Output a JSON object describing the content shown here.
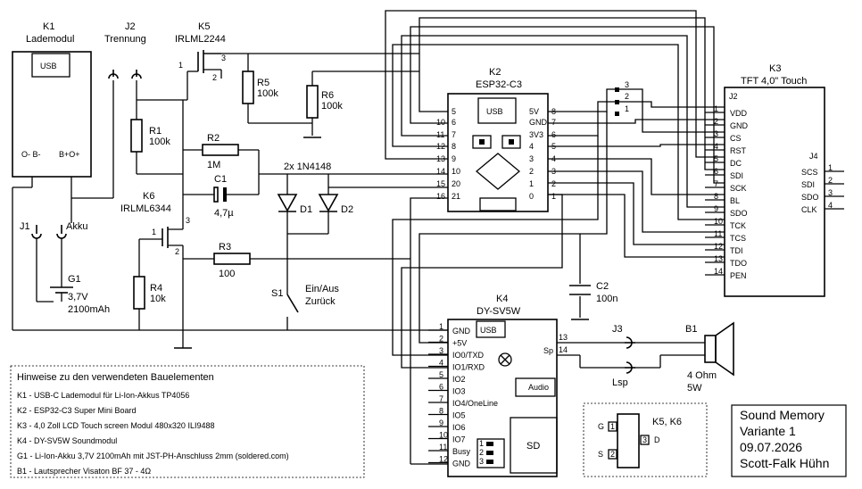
{
  "k1": {
    "ref": "K1",
    "name": "Lademodul",
    "usb": "USB",
    "om": "O- B-",
    "bp": "B+O+"
  },
  "j2": {
    "ref": "J2",
    "name": "Trennung"
  },
  "k5": {
    "ref": "K5",
    "name": "IRLML2244",
    "p3": "3",
    "p1": "1",
    "p2": "2"
  },
  "k6": {
    "ref": "K6",
    "name": "IRLML6344",
    "p3": "3",
    "p1": "1",
    "p2": "2"
  },
  "r1": {
    "ref": "R1",
    "val": "100k"
  },
  "r2": {
    "ref": "R2",
    "val": "1M"
  },
  "r3": {
    "ref": "R3",
    "val": "100"
  },
  "r4": {
    "ref": "R4",
    "val": "10k"
  },
  "r5": {
    "ref": "R5",
    "val": "100k"
  },
  "r6": {
    "ref": "R6",
    "val": "100k"
  },
  "c1": {
    "ref": "C1",
    "val": "4,7µ"
  },
  "c2": {
    "ref": "C2",
    "val": "100n"
  },
  "d": {
    "header": "2x 1N4148",
    "d1": "D1",
    "d2": "D2"
  },
  "s1": {
    "ref": "S1",
    "l1": "Ein/Aus",
    "l2": "Zurück"
  },
  "j1": {
    "ref": "J1",
    "label": "Akku"
  },
  "g1": {
    "ref": "G1",
    "v": "3,7V",
    "cap": "2100mAh"
  },
  "k2": {
    "ref": "K2",
    "name": "ESP32-C3",
    "usb": "USB",
    "left": [
      "5",
      "6",
      "7",
      "8",
      "9",
      "10",
      "20",
      "21"
    ],
    "leftext": [
      "10",
      "11",
      "12",
      "13",
      "14",
      "15",
      "16"
    ],
    "right": [
      "5V",
      "GND",
      "3V3",
      "4",
      "3",
      "2",
      "1",
      "0"
    ],
    "rightext": [
      "8",
      "7",
      "6",
      "5",
      "4",
      "3",
      "2",
      "1"
    ]
  },
  "k3": {
    "ref": "K3",
    "name": "TFT 4,0\" Touch",
    "j2": "J2",
    "j4": "J4",
    "pins": [
      "VDD",
      "GND",
      "CS",
      "RST",
      "DC",
      "SDI",
      "SCK",
      "BL",
      "SDO",
      "TCK",
      "TCS",
      "TDI",
      "TDO",
      "PEN"
    ],
    "nums": [
      "1",
      "2",
      "3",
      "4",
      "5",
      "6",
      "7",
      "8",
      "9",
      "10",
      "11",
      "12",
      "13",
      "14"
    ],
    "j4pins": [
      "SCS",
      "SDI",
      "SDO",
      "CLK"
    ],
    "j4nums": [
      "1",
      "2",
      "3",
      "4"
    ]
  },
  "jmp": {
    "p3": "3",
    "p2": "2",
    "p1": "1"
  },
  "k4": {
    "ref": "K4",
    "name": "DY-SV5W",
    "usb": "USB",
    "audio": "Audio",
    "sd": "SD",
    "sp": "Sp",
    "pins": [
      "GND",
      "+5V",
      "IO0/TXD",
      "IO1/RXD",
      "IO2",
      "IO3",
      "IO4/OneLine",
      "IO5",
      "IO6",
      "IO7",
      "Busy",
      "GND"
    ],
    "nums": [
      "1",
      "2",
      "3",
      "4",
      "5",
      "6",
      "7",
      "8",
      "9",
      "10",
      "11",
      "12"
    ],
    "spn1": "13",
    "spn2": "14"
  },
  "j3": {
    "ref": "J3",
    "lsp": "Lsp"
  },
  "b1": {
    "ref": "B1",
    "ohm": "4 Ohm",
    "w": "5W"
  },
  "legend": {
    "g": "G",
    "s": "S",
    "d": "D",
    "n1": "1",
    "n2": "2",
    "n3": "3",
    "title": "K5, K6"
  },
  "notes": {
    "title": "Hinweise zu den verwendeten Bauelementen",
    "lines": [
      "K1 - USB-C Lademodul für Li-Ion-Akkus TP4056",
      "K2 - ESP32-C3 Super Mini Board",
      "K3 - 4,0 Zoll LCD Touch screen Modul 480x320 ILI9488",
      "K4 - DY-SV5W Soundmodul",
      "G1 - Li-Ion-Akku 3,7V 2100mAh mit JST-PH-Anschluss 2mm (soldered.com)",
      "B1 - Lautsprecher Visaton BF 37 - 4Ω"
    ]
  },
  "titlebox": {
    "l1": "Sound Memory",
    "l2": "Variante 1",
    "l3": "09.07.2026",
    "l4": "Scott-Falk Hühn"
  }
}
